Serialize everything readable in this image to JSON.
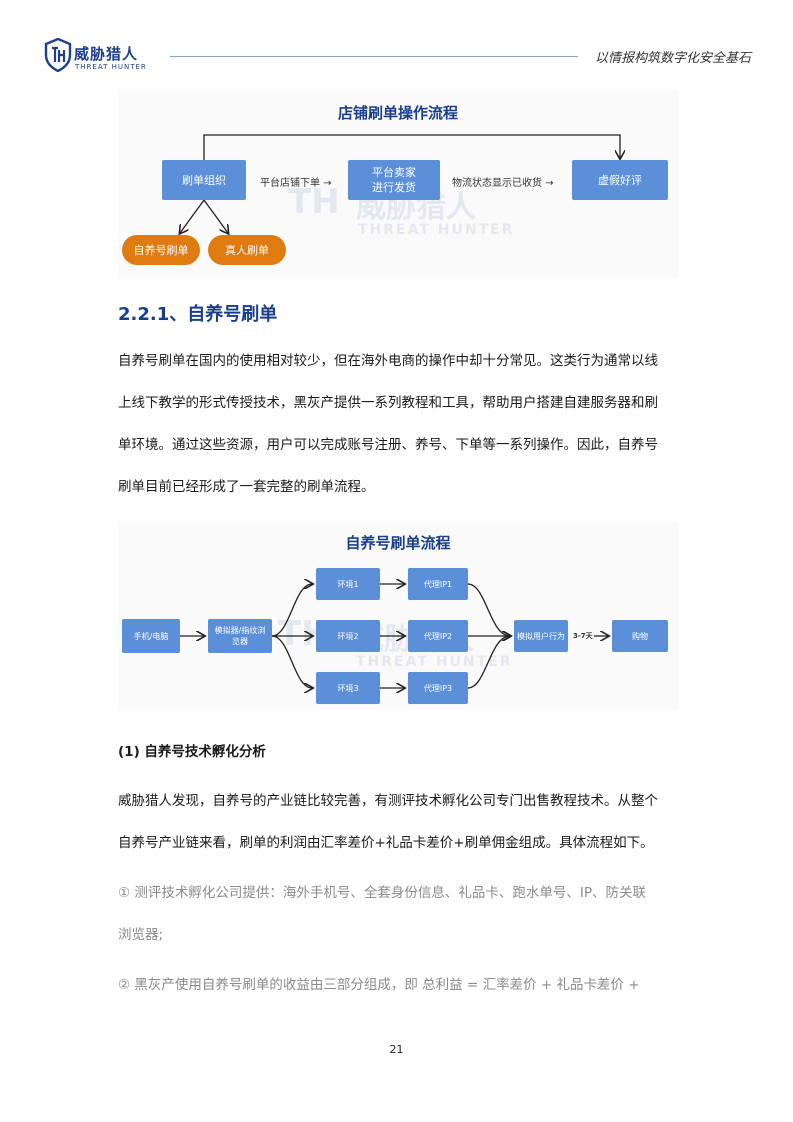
{
  "header": {
    "logo_cn": "威胁猎人",
    "logo_en": "THREAT HUNTER",
    "tagline": "以情报构筑数字化安全基石"
  },
  "flow1": {
    "title": "店铺刷单操作流程",
    "nodes": {
      "org": "刷单组织",
      "seller_line1": "平台卖家",
      "seller_line2": "进行发货",
      "review": "虚假好评",
      "self": "自养号刷单",
      "real": "真人刷单"
    },
    "labels": {
      "order": "平台店铺下单 →",
      "logistics": "物流状态显示已收货 →"
    }
  },
  "section": {
    "title": "2.2.1、自养号刷单",
    "para_lines": [
      "自养号刷单在国内的使用相对较少，但在海外电商的操作中却十分常见。这类行为通常以线",
      "上线下教学的形式传授技术，黑灰产提供一系列教程和工具，帮助用户搭建自建服务器和刷",
      "单环境。通过这些资源，用户可以完成账号注册、养号、下单等一系列操作。因此，自养号",
      "刷单目前已经形成了一套完整的刷单流程。"
    ]
  },
  "flow2": {
    "title": "自养号刷单流程",
    "nodes": {
      "device": "手机/电脑",
      "browser": "模拟器/指纹浏览器",
      "env1": "环境1",
      "env2": "环境2",
      "env3": "环境3",
      "ip1": "代理IP1",
      "ip2": "代理IP2",
      "ip3": "代理IP3",
      "simulate": "模拟用户行为",
      "buy": "购物"
    },
    "labels": {
      "days": "3-7天"
    }
  },
  "analysis": {
    "title": "(1) 自养号技术孵化分析",
    "para_lines": [
      "威胁猎人发现，自养号的产业链比较完善，有测评技术孵化公司专门出售教程技术。从整个",
      "自养号产业链来看，刷单的利润由汇率差价+礼品卡差价+刷单佣金组成。具体流程如下。"
    ],
    "item1_lines": [
      "① 测评技术孵化公司提供：海外手机号、全套身份信息、礼品卡、跑水单号、IP、防关联",
      "浏览器;"
    ],
    "item2_line": "② 黑灰产使用自养号刷单的收益由三部分组成，即 总利益 = 汇率差价 + 礼品卡差价 +"
  },
  "footer": {
    "page": "21"
  }
}
